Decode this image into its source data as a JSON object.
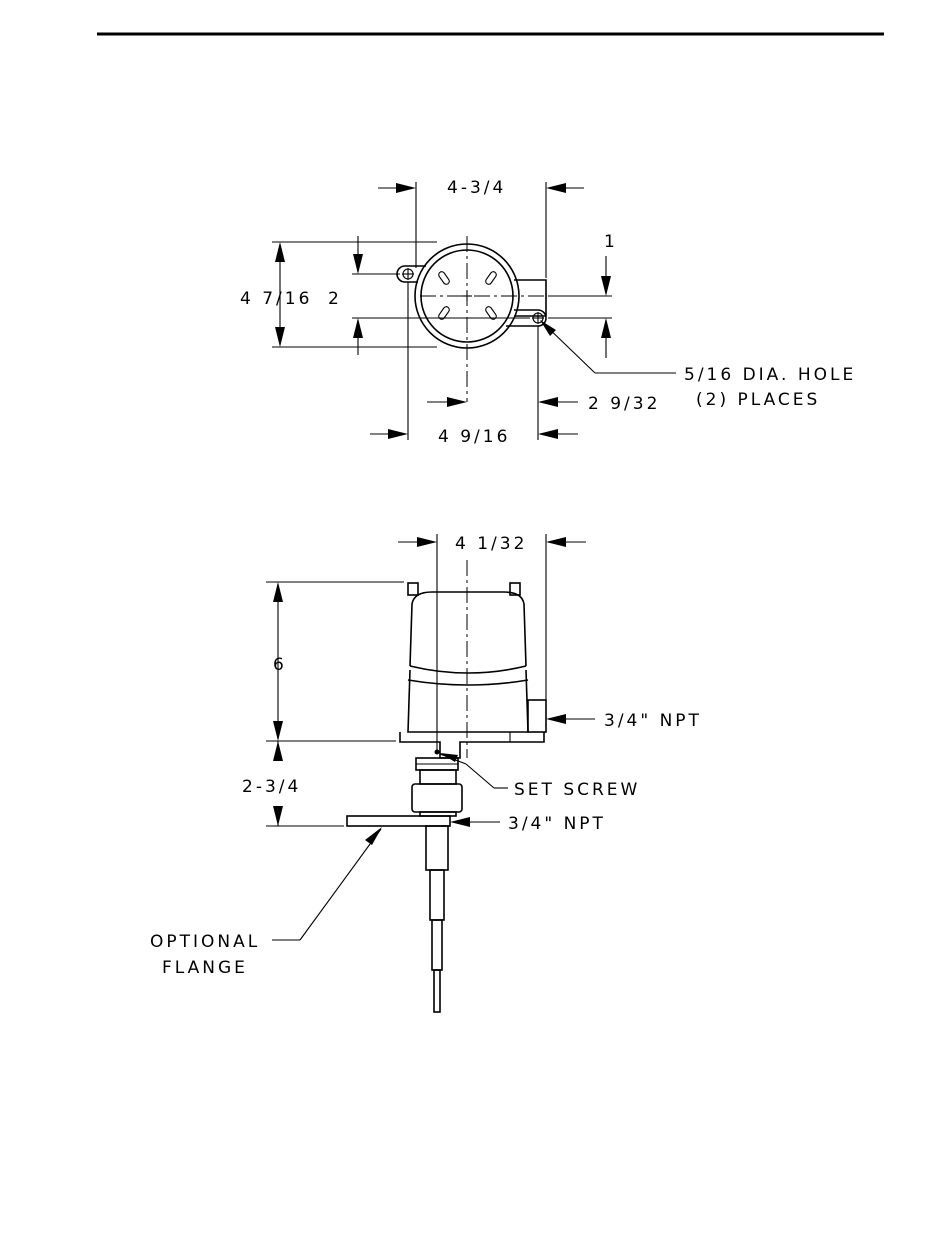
{
  "top_view": {
    "dim_overall_width": "4-3/4",
    "dim_overall_height": "4 7/16",
    "dim_hole_offset_v": "2",
    "dim_hole_offset_side": "1",
    "hole_note_line1": "5/16 DIA. HOLE",
    "hole_note_line2": "(2) PLACES",
    "dim_center_to_hole": "2 9/32",
    "dim_hole_spacing": "4 9/16"
  },
  "side_view": {
    "dim_width": "4 1/32",
    "dim_housing_height": "6",
    "dim_fitting_height": "2-3/4",
    "conduit_note": "3/4\" NPT",
    "set_screw_note": "SET SCREW",
    "process_note": "3/4\" NPT",
    "flange_note_line1": "OPTIONAL",
    "flange_note_line2": "FLANGE"
  }
}
